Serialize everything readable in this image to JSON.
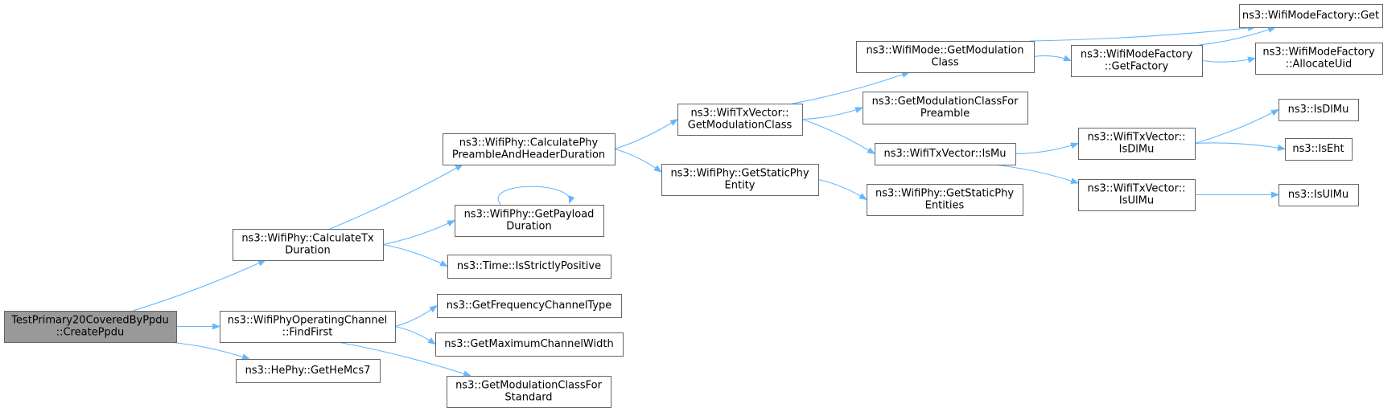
{
  "graph": {
    "edge_color": "#63b8ff",
    "root_fill": "#999999",
    "node_fill": "#ffffff",
    "border_color": "#666666",
    "nodes": [
      {
        "id": "root",
        "lines": [
          "TestPrimary20CoveredByPpdu",
          "::CreatePpdu"
        ]
      },
      {
        "id": "calcTx",
        "lines": [
          "ns3::WifiPhy::CalculateTx",
          "Duration"
        ]
      },
      {
        "id": "findFirst",
        "lines": [
          "ns3::WifiPhyOperatingChannel",
          "::FindFirst"
        ]
      },
      {
        "id": "getHeMcs7",
        "lines": [
          "ns3::HePhy::GetHeMcs7"
        ]
      },
      {
        "id": "calcPreamble",
        "lines": [
          "ns3::WifiPhy::CalculatePhy",
          "PreambleAndHeaderDuration"
        ]
      },
      {
        "id": "getPayload",
        "lines": [
          "ns3::WifiPhy::GetPayload",
          "Duration"
        ]
      },
      {
        "id": "isStrictlyPositive",
        "lines": [
          "ns3::Time::IsStrictlyPositive"
        ]
      },
      {
        "id": "getFreqChannelType",
        "lines": [
          "ns3::GetFrequencyChannelType"
        ]
      },
      {
        "id": "getMaxChannelWidth",
        "lines": [
          "ns3::GetMaximumChannelWidth"
        ]
      },
      {
        "id": "getModClassForStandard",
        "lines": [
          "ns3::GetModulationClassFor",
          "Standard"
        ]
      },
      {
        "id": "txVecGetModClass",
        "lines": [
          "ns3::WifiTxVector::",
          "GetModulationClass"
        ]
      },
      {
        "id": "getStaticPhyEntity",
        "lines": [
          "ns3::WifiPhy::GetStaticPhy",
          "Entity"
        ]
      },
      {
        "id": "modeGetModClass",
        "lines": [
          "ns3::WifiMode::GetModulation",
          "Class"
        ]
      },
      {
        "id": "getModClassForPreamble",
        "lines": [
          "ns3::GetModulationClassFor",
          "Preamble"
        ]
      },
      {
        "id": "txVecIsMu",
        "lines": [
          "ns3::WifiTxVector::IsMu"
        ]
      },
      {
        "id": "getStaticPhyEntities",
        "lines": [
          "ns3::WifiPhy::GetStaticPhy",
          "Entities"
        ]
      },
      {
        "id": "factoryGetFactory",
        "lines": [
          "ns3::WifiModeFactory",
          "::GetFactory"
        ]
      },
      {
        "id": "txVecIsDlMu",
        "lines": [
          "ns3::WifiTxVector::",
          "IsDlMu"
        ]
      },
      {
        "id": "txVecIsUlMu",
        "lines": [
          "ns3::WifiTxVector::",
          "IsUlMu"
        ]
      },
      {
        "id": "factoryGet",
        "lines": [
          "ns3::WifiModeFactory::Get"
        ]
      },
      {
        "id": "factoryAllocateUid",
        "lines": [
          "ns3::WifiModeFactory",
          "::AllocateUid"
        ]
      },
      {
        "id": "isDlMu",
        "lines": [
          "ns3::IsDlMu"
        ]
      },
      {
        "id": "isEht",
        "lines": [
          "ns3::IsEht"
        ]
      },
      {
        "id": "isUlMu",
        "lines": [
          "ns3::IsUlMu"
        ]
      }
    ]
  }
}
